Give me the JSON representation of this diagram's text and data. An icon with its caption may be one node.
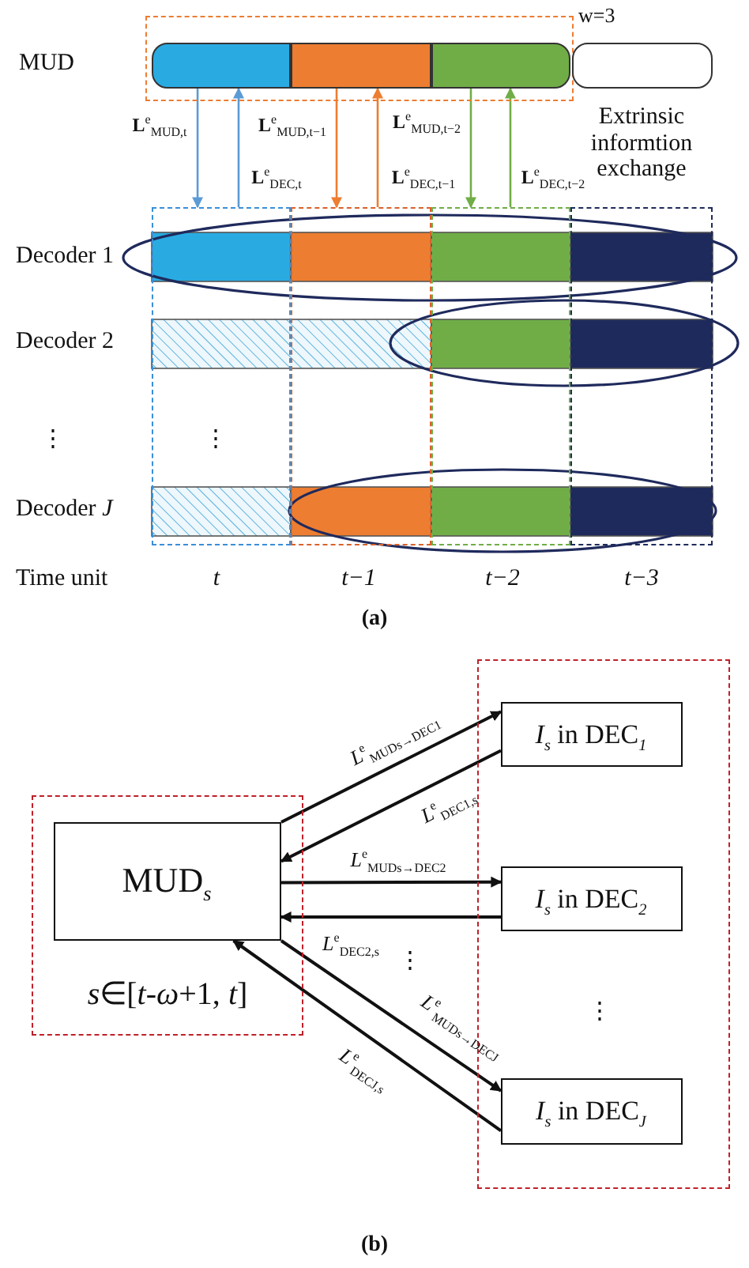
{
  "diagram": {
    "nodes": [
      {
        "text": [],
        "shape": "box"
      },
      {
        "text": [],
        "shape": "box",
        "in": 0
      },
      {
        "text": [],
        "shape": "box",
        "in": 0
      },
      {
        "text": [],
        "shape": "box",
        "in": 0
      },
      {
        "text": [],
        "shape": "box"
      },
      {
        "text": [],
        "shape": "box"
      },
      {
        "text": [],
        "shape": "box"
      },
      {
        "text": [],
        "shape": "box"
      },
      {
        "text": [],
        "shape": "box"
      },
      {
        "text": [
          "*s*∈[*t*-*ω*+1, *t*]"
        ]
      },
      {
        "text": [
          "MUD$_{s}$"
        ],
        "in": 9
      },
      {
        "text": [],
        "shape": "box"
      },
      {
        "text": [
          "*I*$_{s}$ in DEC$_{1}$"
        ],
        "in": 11
      },
      {
        "text": [
          "*I*$_{s}$ in DEC$_{2}$"
        ],
        "in": 11
      },
      {
        "text": [
          "*I*$_{s}$ in DEC$_{J}$"
        ],
        "in": 11
      }
    ],
    "edges": [
      {
        "from": 1,
        "to": 5,
        "arrow": "to",
        "label": "**L**$^{e}$$_{MUD,t}$",
        "color": "#5b9bd5"
      },
      {
        "from": 5,
        "to": 1,
        "arrow": "to",
        "label": "**L**$^{e}$$_{DEC,t}$",
        "color": "#5b9bd5"
      },
      {
        "from": 2,
        "to": 6,
        "arrow": "to",
        "label": "**L**$^{e}$$_{MUD,t−1}$",
        "color": "#ed7d31"
      },
      {
        "from": 6,
        "to": 2,
        "arrow": "to",
        "label": "**L**$^{e}$$_{DEC,t−1}$",
        "color": "#ed7d31"
      },
      {
        "from": 3,
        "to": 7,
        "arrow": "to",
        "label": "**L**$^{e}$$_{MUD,t−2}$",
        "color": "#70ad47"
      },
      {
        "from": 7,
        "to": 3,
        "arrow": "to",
        "label": "**L**$^{e}$$_{DEC,t−2}$",
        "color": "#70ad47"
      },
      {
        "from": 10,
        "to": 12,
        "arrow": "to",
        "label": "*L*$^{e}$$_{MUDs→DEC1}$"
      },
      {
        "from": 12,
        "to": 10,
        "arrow": "to",
        "label": "*L*$^{e}$$_{DEC1,s}$"
      },
      {
        "from": 10,
        "to": 13,
        "arrow": "to",
        "label": "*L*$^{e}$$_{MUDs→DEC2}$"
      },
      {
        "from": 13,
        "to": 10,
        "arrow": "to",
        "label": "*L*$^{e}$$_{DEC2,s}$"
      },
      {
        "from": 10,
        "to": 14,
        "arrow": "to",
        "label": "*L*$^{e}$$_{MUDs→DECJ}$"
      },
      {
        "from": 14,
        "to": 10,
        "arrow": "to",
        "label": "*L*$^{e}$$_{DECJ,s}$"
      }
    ],
    "labels": [
      "MUD",
      "w=3",
      "Extrinsic informtion exchange",
      "Decoder 1",
      "Decoder 2",
      "⋮",
      "⋮",
      "Decoder *J*",
      "Time unit",
      "t",
      "t−1",
      "t−2",
      "t−3",
      "(a)",
      "⋮",
      "⋮",
      "(b)"
    ]
  }
}
